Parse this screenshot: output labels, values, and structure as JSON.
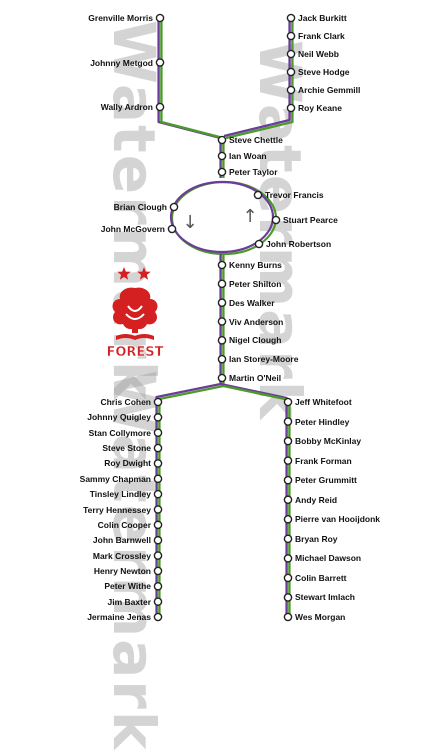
{
  "colors": {
    "purple_line": "#6a3d9a",
    "green_line": "#4d9a2a",
    "station_fill": "#ffffff",
    "station_stroke": "#222222",
    "crest_red": "#d42020"
  },
  "watermark": "Watermark",
  "crest": {
    "text": "FOREST",
    "stars": 2
  },
  "loop_arrows": {
    "left": "↓",
    "right": "↑"
  },
  "top_left_branch": [
    "Grenville Morris",
    "Johnny Metgod",
    "Wally Ardron"
  ],
  "top_right_branch": [
    "Jack Burkitt",
    "Frank Clark",
    "Neil Webb",
    "Steve Hodge",
    "Archie Gemmill",
    "Roy Keane"
  ],
  "upper_trunk": [
    "Steve Chettle",
    "Ian Woan",
    "Peter Taylor"
  ],
  "loop": {
    "left": [
      "Brian Clough",
      "John McGovern"
    ],
    "right": [
      "Trevor Francis",
      "Stuart Pearce",
      "John Robertson"
    ]
  },
  "lower_trunk": [
    "Kenny Burns",
    "Peter Shilton",
    "Des Walker",
    "Viv Anderson",
    "Nigel Clough",
    "Ian Storey-Moore",
    "Martin O'Neil"
  ],
  "bottom_left_branch": [
    "Chris Cohen",
    "Johnny Quigley",
    "Stan Collymore",
    "Steve Stone",
    "Roy Dwight",
    "Sammy Chapman",
    "Tinsley Lindley",
    "Terry Hennessey",
    "Colin Cooper",
    "John Barnwell",
    "Mark Crossley",
    "Henry Newton",
    "Peter Withe",
    "Jim Baxter",
    "Jermaine Jenas"
  ],
  "bottom_right_branch": [
    "Jeff Whitefoot",
    "Peter Hindley",
    "Bobby McKinlay",
    "Frank Forman",
    "Peter Grummitt",
    "Andy Reid",
    "Pierre van Hooijdonk",
    "Bryan Roy",
    "Michael Dawson",
    "Colin Barrett",
    "Stewart Imlach",
    "Wes Morgan"
  ]
}
